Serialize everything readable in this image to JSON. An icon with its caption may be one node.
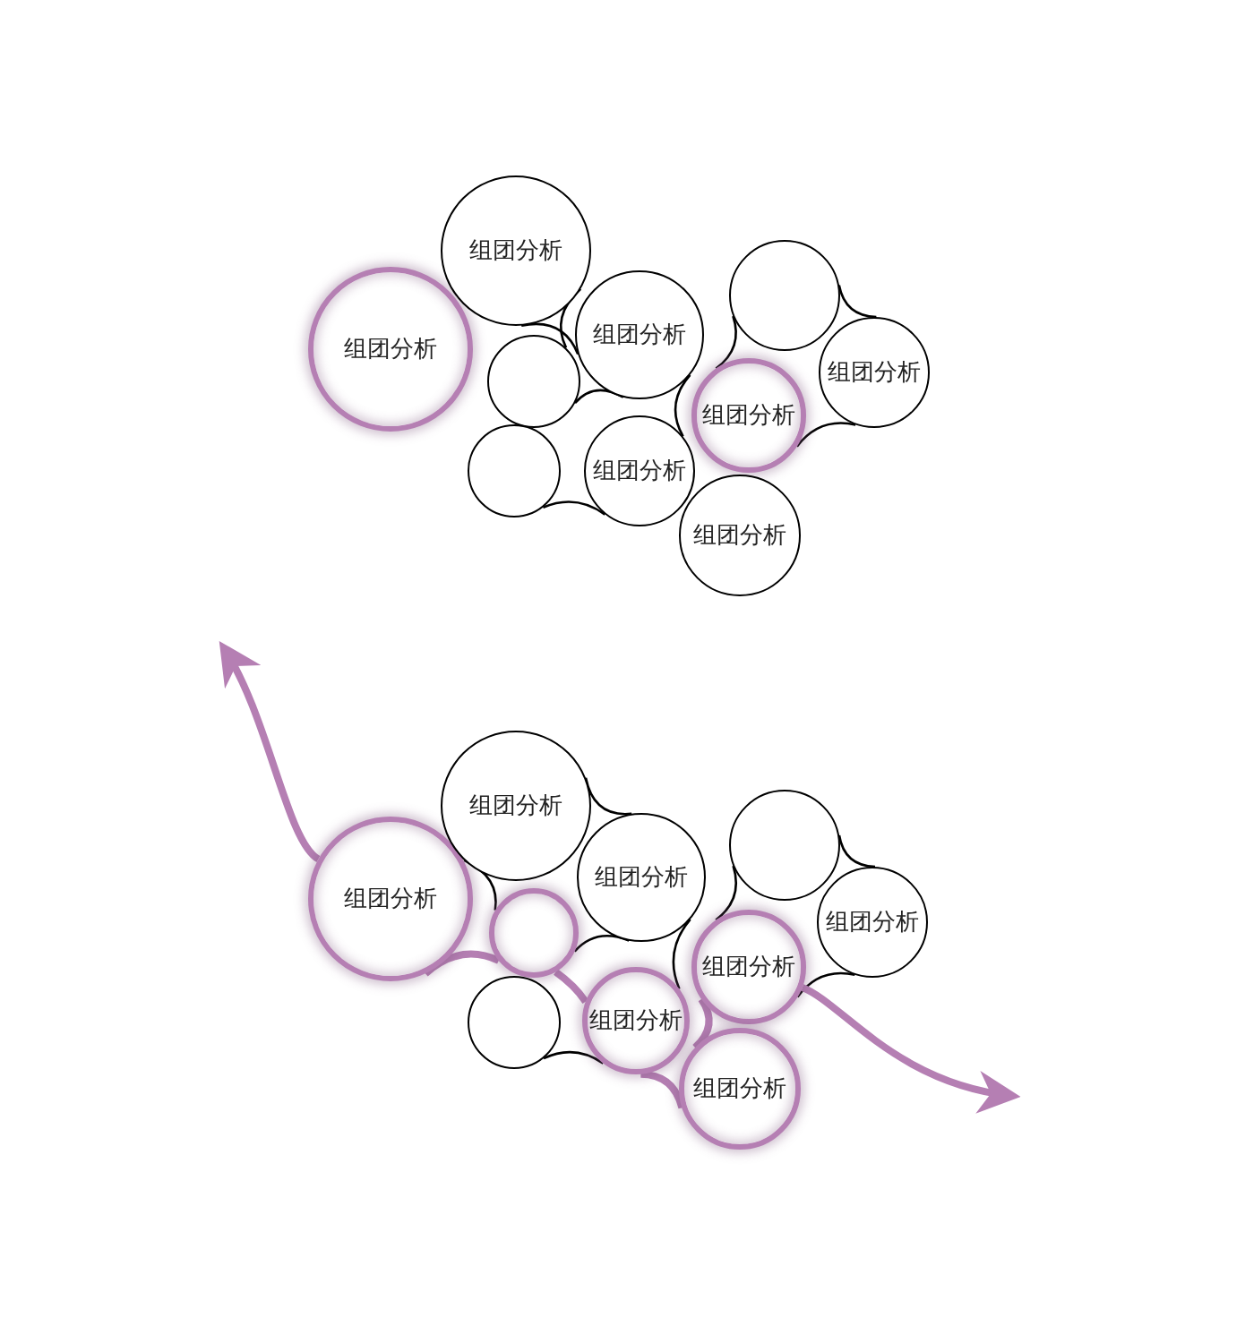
{
  "diagram": {
    "nodes": [
      {
        "text": [
          "组团分析"
        ]
      },
      {
        "text": [
          "组团分析"
        ]
      },
      {
        "text": [
          "组团分析"
        ]
      },
      {
        "text": [],
        "shape": "circle"
      },
      {
        "text": [],
        "shape": "circle"
      },
      {
        "text": [
          "组团分析"
        ]
      },
      {
        "text": [],
        "shape": "circle"
      },
      {
        "text": [
          "组团分析"
        ]
      },
      {
        "text": [
          "组团分析"
        ]
      },
      {
        "text": [
          "组团分析"
        ]
      },
      {
        "text": [
          "组团分析"
        ]
      },
      {
        "text": [
          "组团分析"
        ]
      },
      {
        "text": [
          "组团分析"
        ]
      },
      {
        "text": [],
        "shape": "circle"
      },
      {
        "text": [],
        "shape": "circle"
      },
      {
        "text": [
          "组团分析"
        ]
      },
      {
        "text": [],
        "shape": "circle"
      },
      {
        "text": [
          "组团分析"
        ]
      },
      {
        "text": [
          "组团分析"
        ]
      },
      {
        "text": [
          "组团分析"
        ]
      }
    ],
    "edges": [
      {
        "from": 1,
        "to": 2,
        "arrow": "none"
      },
      {
        "from": 1,
        "to": 3,
        "arrow": "none"
      },
      {
        "from": 3,
        "to": 2,
        "arrow": "none"
      },
      {
        "from": 4,
        "to": 5,
        "arrow": "none"
      },
      {
        "from": 2,
        "to": 5,
        "arrow": "none"
      },
      {
        "from": 6,
        "to": 7,
        "arrow": "none"
      },
      {
        "from": 6,
        "to": 8,
        "arrow": "none"
      },
      {
        "from": 7,
        "to": 8,
        "arrow": "none"
      },
      {
        "from": 11,
        "to": 12,
        "arrow": "none"
      },
      {
        "from": 11,
        "to": 13,
        "arrow": "none"
      },
      {
        "from": 13,
        "to": 12,
        "arrow": "none"
      },
      {
        "from": 14,
        "to": 15,
        "arrow": "none"
      },
      {
        "from": 12,
        "to": 15,
        "arrow": "none"
      },
      {
        "from": 16,
        "to": 17,
        "arrow": "none"
      },
      {
        "from": 16,
        "to": 18,
        "arrow": "none"
      },
      {
        "from": 17,
        "to": 18,
        "arrow": "none"
      },
      {
        "from": 10,
        "to": null,
        "arrow": "to",
        "style": "thick",
        "color": "#b57fb3"
      },
      {
        "from": 10,
        "to": 13,
        "arrow": "none",
        "style": "thick",
        "color": "#b57fb3"
      },
      {
        "from": 13,
        "to": 15,
        "arrow": "none",
        "style": "thick",
        "color": "#b57fb3"
      },
      {
        "from": 15,
        "to": 19,
        "arrow": "none",
        "style": "thick",
        "color": "#b57fb3"
      },
      {
        "from": 19,
        "to": 18,
        "arrow": "none",
        "style": "thick",
        "color": "#b57fb3"
      },
      {
        "from": 18,
        "to": null,
        "arrow": "to",
        "style": "thick",
        "color": "#b57fb3"
      }
    ]
  }
}
